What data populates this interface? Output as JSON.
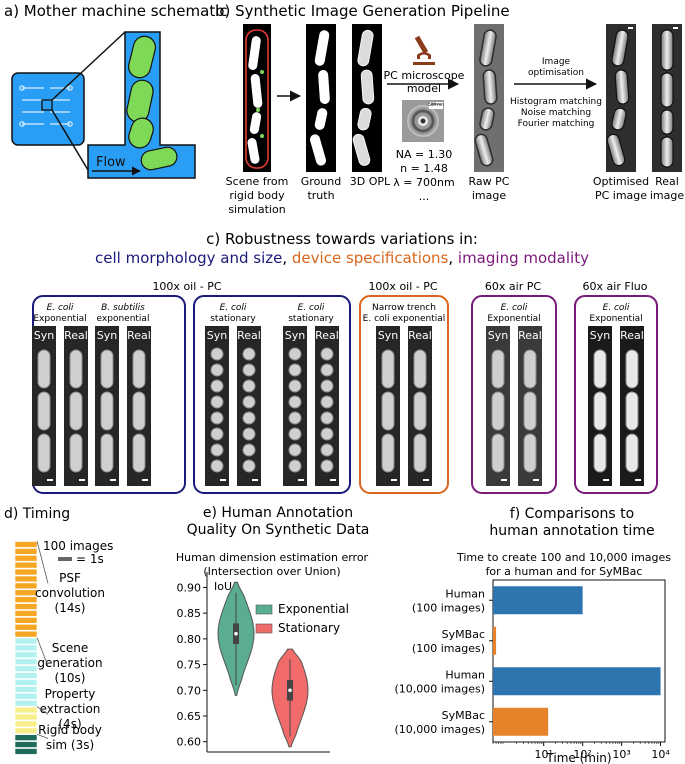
{
  "panel_a": {
    "title": "a) Mother machine schematic",
    "flow_label": "Flow"
  },
  "panel_b": {
    "title": "b) Synthetic Image Generation Pipeline",
    "labels": {
      "scene": [
        "Scene from",
        "rigid body",
        "simulation"
      ],
      "ground_truth": [
        "Ground",
        "truth"
      ],
      "opl": "3D OPL",
      "model": [
        "PC microscope",
        "model"
      ],
      "psf_scale": "500 nm",
      "params": [
        "NA = 1.30",
        "n = 1.48",
        "λ = 700nm",
        "..."
      ],
      "raw": [
        "Raw PC",
        "image"
      ],
      "optim_head": [
        "Image",
        "optimisation"
      ],
      "optim_steps": [
        "Histogram matching",
        "Noise matching",
        "Fourier matching"
      ],
      "optimised": [
        "Optimised",
        "PC image"
      ],
      "real": [
        "Real",
        "image"
      ]
    }
  },
  "panel_c": {
    "title": "c) Robustness towards variations in:",
    "subtitle_1": "cell morphology and size",
    "subtitle_sep_1": ", ",
    "subtitle_2": "device specifications",
    "subtitle_sep_2": ", ",
    "subtitle_3": "imaging modality",
    "colors": {
      "morph": "#1a1a7a",
      "device": "#d9661a",
      "modality": "#7a1a7a"
    },
    "group_headers": [
      "100x oil - PC",
      "100x oil - PC",
      "60x air PC",
      "60x air Fluo"
    ],
    "boxes": [
      {
        "cols": [
          {
            "lines": [
              "E. coli",
              "Exponential"
            ],
            "italic_first": true
          },
          {
            "lines": [
              "B. subtilis",
              "exponential"
            ],
            "italic_first": true
          }
        ]
      },
      {
        "cols": [
          {
            "lines": [
              "E. coli",
              "stationary"
            ],
            "italic_first": true
          },
          {
            "lines": [
              "E. coli",
              "stationary"
            ],
            "italic_first": true
          }
        ]
      },
      {
        "cols": [
          {
            "lines": [
              "Narrow trench",
              "E. coli exponential"
            ],
            "italic_first": false
          }
        ]
      },
      {
        "cols": [
          {
            "lines": [
              "E. coli",
              "Exponential"
            ],
            "italic_first": true
          }
        ]
      },
      {
        "cols": [
          {
            "lines": [
              "E. coli",
              "Exponential"
            ],
            "italic_first": true
          }
        ]
      }
    ],
    "syn_label": "Syn",
    "real_label": "Real"
  },
  "panel_d": {
    "title": "d) Timing",
    "legend_1": "100 images",
    "legend_2": "= 1s",
    "segments": [
      {
        "label": [
          "PSF",
          "convolution",
          "(14s)"
        ],
        "seconds": 14,
        "color": "#f5a623"
      },
      {
        "label": [
          "Scene",
          "generation",
          "(10s)"
        ],
        "seconds": 10,
        "color": "#b3f0f0"
      },
      {
        "label": [
          "Property",
          "extraction",
          "(4s)"
        ],
        "seconds": 4,
        "color": "#f7f08a"
      },
      {
        "label": [
          "Rigid body",
          "sim (3s)"
        ],
        "seconds": 3,
        "color": "#1f6b5a"
      }
    ]
  },
  "panel_e": {
    "title_1": "e) Human Annotation",
    "title_2": "Quality On Synthetic Data",
    "sub_1": "Human dimension estimation error",
    "sub_2": "(Intersection over Union)",
    "ylabel": "IoU",
    "legend": [
      {
        "name": "Exponential",
        "color": "#5aae8f"
      },
      {
        "name": "Stationary",
        "color": "#f26b6b"
      }
    ]
  },
  "panel_f": {
    "title_1": "f) Comparisons to",
    "title_2": "human annotation time",
    "sub_1": "Time to create 100 and 10,000 images",
    "sub_2": "for a human and for SyMBac",
    "xlabel": "Time (min)"
  },
  "chart_data": [
    {
      "type": "violin",
      "ylabel": "IoU",
      "ylim": [
        0.58,
        0.93
      ],
      "yticks": [
        "0.60",
        "0.65",
        "0.70",
        "0.75",
        "0.80",
        "0.85",
        "0.90"
      ],
      "series": [
        {
          "name": "Exponential",
          "median": 0.81,
          "q1": 0.79,
          "q3": 0.83,
          "min": 0.69,
          "max": 0.91
        },
        {
          "name": "Stationary",
          "median": 0.7,
          "q1": 0.68,
          "q3": 0.72,
          "min": 0.59,
          "max": 0.78
        }
      ]
    },
    {
      "type": "bar",
      "orientation": "horizontal",
      "xscale": "log",
      "xlabel": "Time (min)",
      "xlim": [
        0.5,
        13000
      ],
      "xticks": [
        "10¹",
        "10²",
        "10³",
        "10⁴"
      ],
      "categories": [
        [
          "Human",
          "(100 images)"
        ],
        [
          "SyMBac",
          "(100 images)"
        ],
        [
          "Human",
          "(10,000 images)"
        ],
        [
          "SyMBac",
          "(10,000 images)"
        ]
      ],
      "values": [
        100,
        0.6,
        10000,
        13
      ],
      "colors": [
        "#2e75b0",
        "#e8822a",
        "#2e75b0",
        "#e8822a"
      ]
    }
  ]
}
